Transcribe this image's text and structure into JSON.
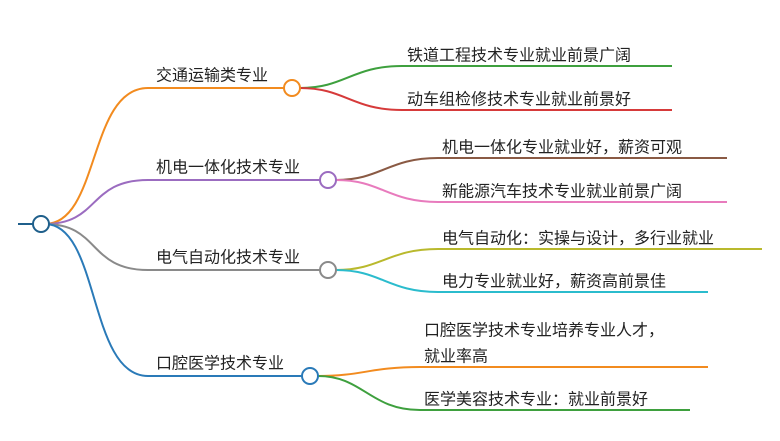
{
  "root": {
    "color": "#1f5f8b"
  },
  "branches": [
    {
      "label": "交通运输类专业",
      "color": "#f28b1f",
      "children": [
        {
          "label": [
            "铁道工程技术专业就业前景广阔"
          ],
          "color": "#3ea03e"
        },
        {
          "label": [
            "动车组检修技术专业就业前景好"
          ],
          "color": "#d63a3a"
        }
      ]
    },
    {
      "label": "机电一体化技术专业",
      "color": "#9b6cc0",
      "children": [
        {
          "label": [
            "机电一体化专业就业好，薪资可观"
          ],
          "color": "#8a5a44"
        },
        {
          "label": [
            "新能源汽车技术专业就业前景广阔"
          ],
          "color": "#e87bbd"
        }
      ]
    },
    {
      "label": "电气自动化技术专业",
      "color": "#8a8a8a",
      "children": [
        {
          "label": [
            "电气自动化：实操与设计，多行业就业"
          ],
          "color": "#b9b92d"
        },
        {
          "label": [
            "电力专业就业好，薪资高前景佳"
          ],
          "color": "#2bbccd"
        }
      ]
    },
    {
      "label": "口腔医学技术专业",
      "color": "#2a7ab8",
      "children": [
        {
          "label": [
            "口腔医学技术专业培养专业人才，",
            "就业率高"
          ],
          "color": "#f28b1f"
        },
        {
          "label": [
            "医学美容技术专业：就业前景好"
          ],
          "color": "#3ea03e"
        }
      ]
    }
  ]
}
